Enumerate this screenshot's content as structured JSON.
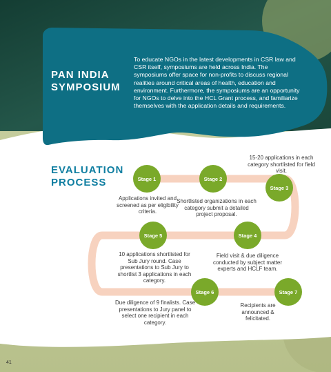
{
  "symposium": {
    "title": "PAN INDIA SYMPOSIUM",
    "description": "To educate NGOs in the latest developments in CSR law and CSR itself, symposiums are held across India. The symposiums offer space for non-profits to discuss regional realities around critical areas of health, education and environment. Furthermore, the symposiums are an opportunity for NGOs to delve into the HCL Grant process, and familiarize themselves with the application details and requirements."
  },
  "evaluation": {
    "title": "EVALUATION PROCESS",
    "stages": [
      {
        "label": "Stage 1",
        "description": "Applications invited and screened as per eligibility criteria."
      },
      {
        "label": "Stage 2",
        "description": "Shortlisted organizations in each category submit a detailed project proposal."
      },
      {
        "label": "Stage 3",
        "description": "15-20 applications in each category shortlisted for field visit."
      },
      {
        "label": "Stage 4",
        "description": "Field visit & due diligence conducted by subject matter experts and HCLF team."
      },
      {
        "label": "Stage 5",
        "description": "10 applications shortlisted for Sub Jury round. Case presentations to Sub Jury to shortlist 3 applications in each category."
      },
      {
        "label": "Stage 6",
        "description": "Due diligence of 9 finalists. Case presentations to Jury panel to select one recipient in each category."
      },
      {
        "label": "Stage 7",
        "description": "Recipients are announced & felicitated."
      }
    ]
  },
  "page_number": "41",
  "colors": {
    "teal": "#0e6f84",
    "title_blue": "#0f7ea1",
    "stage_green": "#7aa92a",
    "path_peach": "#f7d2bf",
    "jungle_dark": "#1f4b3a",
    "olive_light": "#c9d0a6"
  }
}
